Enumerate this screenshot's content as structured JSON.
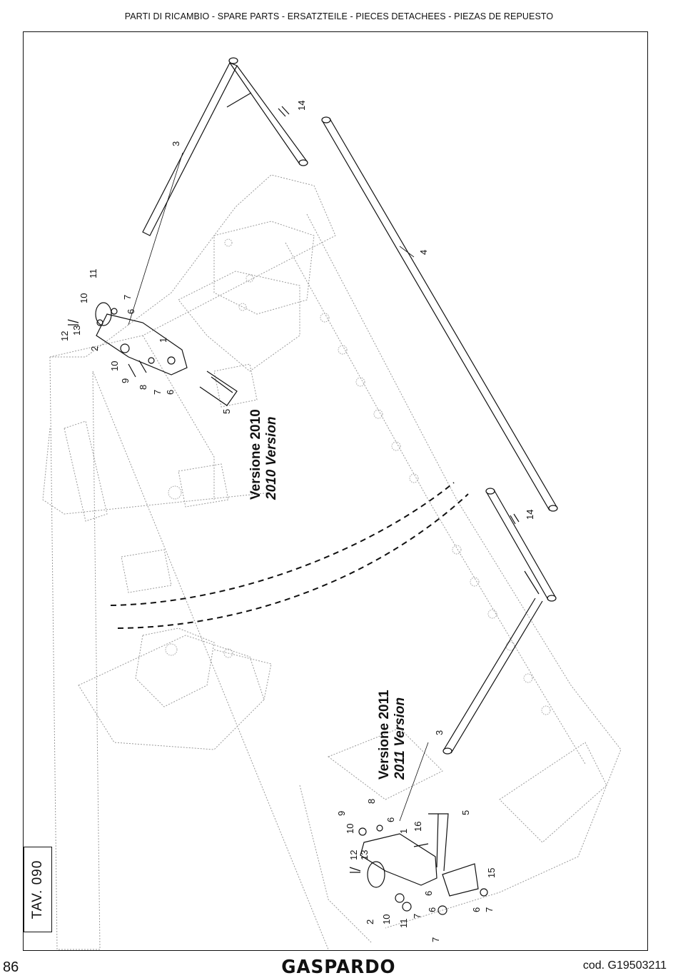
{
  "header": "PARTI DI RICAMBIO - SPARE PARTS - ERSATZTEILE - PIECES DETACHEES - PIEZAS DE REPUESTO",
  "table_id": "TAV. 090",
  "page_number": "86",
  "brand": "GASPARDO",
  "code": "cod.  G19503211",
  "versions": {
    "v2010_line1": "Versione 2010",
    "v2010_line2": "2010 Version",
    "v2011_line1": "Versione 2011",
    "v2011_line2": "2011 Version"
  },
  "callouts_2010": [
    "11",
    "10",
    "7",
    "6",
    "12",
    "13",
    "2",
    "1",
    "10",
    "9",
    "8",
    "7",
    "6",
    "5",
    "3",
    "14",
    "4"
  ],
  "callouts_2011": [
    "14",
    "3",
    "9",
    "8",
    "6",
    "5",
    "10",
    "1",
    "16",
    "12",
    "13",
    "15",
    "6",
    "2",
    "10",
    "11",
    "7",
    "6",
    "7",
    "6",
    "7"
  ]
}
